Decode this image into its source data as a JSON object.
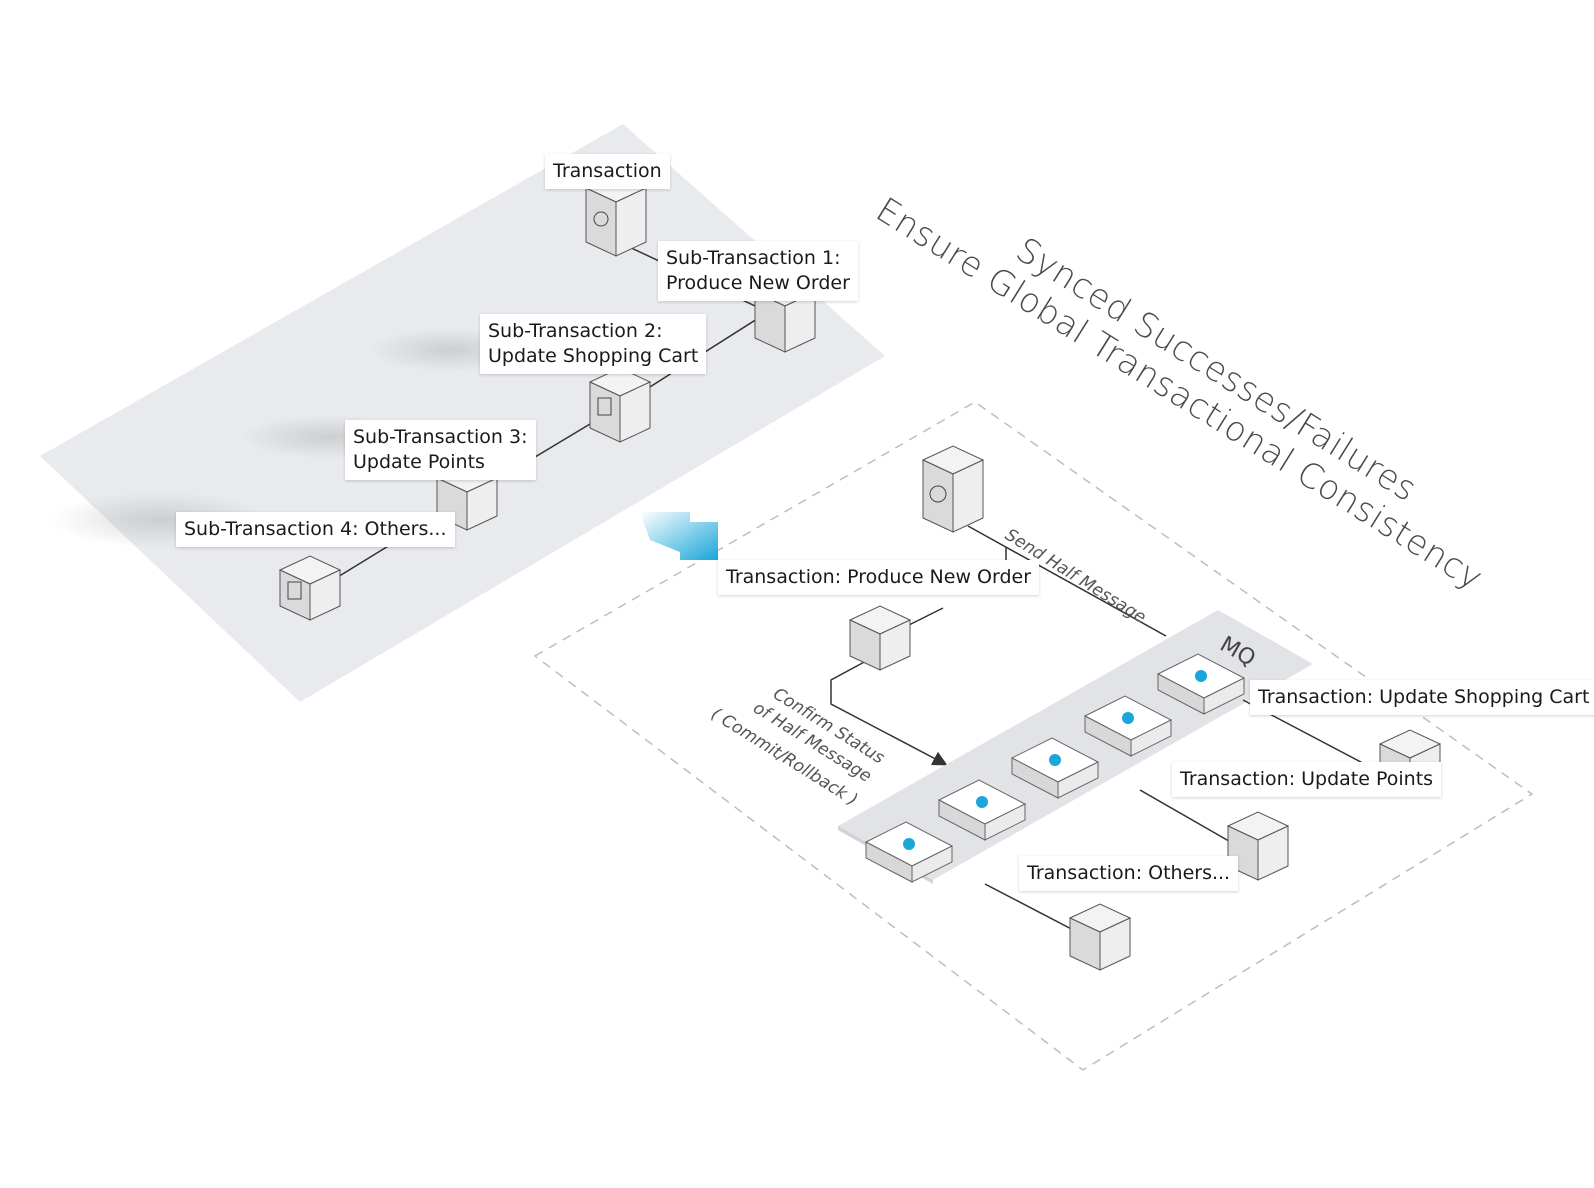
{
  "heading": {
    "line1": "Synced Successes/Failures",
    "line2": "Ensure Global Transactional Consistency"
  },
  "left": {
    "transaction": "Transaction",
    "sub1": [
      "Sub-Transaction 1:",
      "Produce New Order"
    ],
    "sub2": [
      "Sub-Transaction 2:",
      "Update Shopping Cart"
    ],
    "sub3": [
      "Sub-Transaction 3:",
      "Update Points"
    ],
    "sub4": "Sub-Transaction 4: Others..."
  },
  "right": {
    "produce": "Transaction: Produce New Order",
    "cart": "Transaction: Update Shopping Cart",
    "points": "Transaction: Update Points",
    "others": "Transaction: Others...",
    "mq": "MQ",
    "send_half": "Send Half Message",
    "confirm": [
      "Confirm Status",
      "of Half Message",
      "( Commit/Rollback )"
    ]
  },
  "colors": {
    "accent": "#1aa6d9",
    "panel": "#e9ebee",
    "server": "#e4e4e4"
  },
  "icons": [
    "transaction-server-icon",
    "document-server-icon",
    "mq-node-icon",
    "flow-arrow-icon"
  ]
}
